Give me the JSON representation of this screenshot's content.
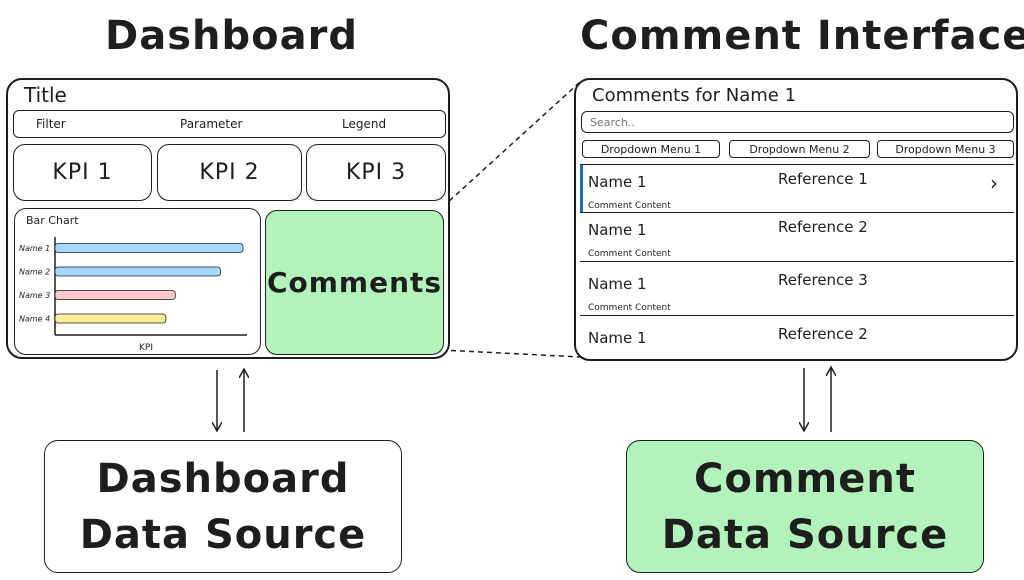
{
  "headings": {
    "dashboard": "Dashboard",
    "comment_interface": "Comment Interface"
  },
  "dashboard": {
    "title": "Title",
    "controls": [
      "Filter",
      "Parameter",
      "Legend"
    ],
    "kpis": [
      "KPI 1",
      "KPI 2",
      "KPI 3"
    ],
    "comments_label": "Comments",
    "comments_color": "#b2f2bb"
  },
  "chart_data": {
    "type": "bar",
    "orientation": "horizontal",
    "title": "Bar Chart",
    "xlabel": "KPI",
    "ylabel": "",
    "categories": [
      "Name 1",
      "Name 2",
      "Name 3",
      "Name 4"
    ],
    "values": [
      100,
      88,
      64,
      59
    ],
    "colors": [
      "#a5d8ff",
      "#a5d8ff",
      "#ffc9c9",
      "#ffec99"
    ]
  },
  "comment_interface": {
    "title": "Comments for Name 1",
    "search_placeholder": "Search..",
    "dropdowns": [
      "Dropdown Menu 1",
      "Dropdown Menu 2",
      "Dropdown Menu 3"
    ],
    "rows": [
      {
        "name": "Name 1",
        "reference": "Reference 1",
        "content": "Comment Content",
        "selected": true
      },
      {
        "name": "Name 1",
        "reference": "Reference 2",
        "content": "Comment Content",
        "selected": false
      },
      {
        "name": "Name 1",
        "reference": "Reference 3",
        "content": "Comment Content",
        "selected": false
      },
      {
        "name": "Name 1",
        "reference": "Reference 2",
        "content": "",
        "selected": false
      }
    ],
    "accent_color": "#1971c2"
  },
  "data_sources": {
    "dashboard": [
      "Dashboard",
      "Data Source"
    ],
    "comment": [
      "Comment",
      "Data Source"
    ],
    "comment_color": "#b2f2bb"
  }
}
